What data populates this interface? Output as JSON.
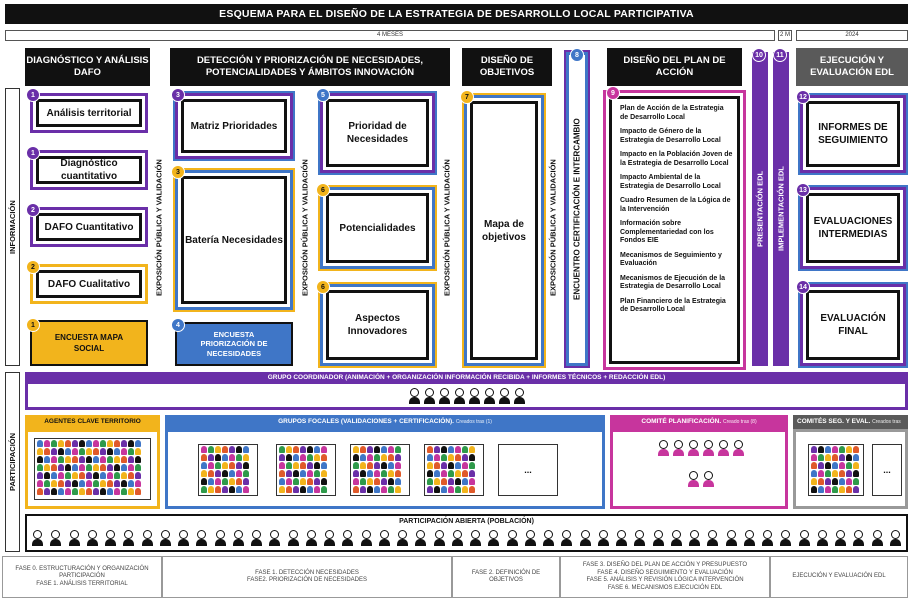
{
  "title": "ESQUEMA PARA EL DISEÑO DE LA ESTRATEGIA DE DESARROLLO LOCAL PARTICIPATIVA",
  "timeline": {
    "duration_1": "4 MESES",
    "duration_2": "2 M",
    "year": "2024"
  },
  "phases": {
    "diag": "DIAGNÓSTICO Y ANÁLISIS DAFO",
    "detect": "DETECCIÓN Y PRIORIZACIÓN DE NECESIDADES, POTENCIALIDADES Y ÁMBITOS INNOVACIÓN",
    "objetivos": "DISEÑO DE OBJETIVOS",
    "plan": "DISEÑO DEL PLAN DE ACCIÓN",
    "ejec": "EJECUCIÓN Y EVALUACIÓN EDL"
  },
  "side_labels": {
    "info": "INFORMACIÓN",
    "part": "PARTICIPACIÓN"
  },
  "vertical_labels": {
    "expo": "EXPOSICIÓN PÚBLICA Y VALIDACIÓN",
    "encuentro": "ENCUENTRO CERTIFICACIÓN E INTERCAMBIO",
    "presentacion": "PRESENTACIÓN EDL",
    "implementacion": "IMPLEMENTACIÓN EDL"
  },
  "boxes": {
    "analisis": "Análisis territorial",
    "diag_cuant": "Diagnóstico cuantitativo",
    "dafo_cuant": "DAFO Cuantitativo",
    "dafo_cual": "DAFO Cualitativo",
    "encuesta_mapa": "ENCUESTA MAPA SOCIAL",
    "matriz": "Matriz Prioridades",
    "bateria": "Batería Necesidades",
    "encuesta_prior": "ENCUESTA PRIORIZACIÓN DE NECESIDADES",
    "prioridad": "Prioridad de Necesidades",
    "potencialidades": "Potencialidades",
    "aspectos": "Aspectos Innovadores",
    "mapa_obj": "Mapa de objetivos",
    "informes": "INFORMES DE SEGUIMIENTO",
    "evaluaciones": "EVALUACIONES INTERMEDIAS",
    "eval_final": "EVALUACIÓN FINAL"
  },
  "numbers": {
    "n1": "1",
    "n2": "2",
    "n3": "3",
    "n4": "4",
    "n5": "5",
    "n6": "6",
    "n7": "7",
    "n8": "8",
    "n9": "9",
    "n10": "10",
    "n11": "11",
    "n12": "12",
    "n13": "13",
    "n14": "14"
  },
  "plan_items": [
    "Plan de Acción de la Estrategia de Desarrollo Local",
    "Impacto de Género de la Estrategia de Desarrollo Local",
    "Impacto en la Población Joven de la Estrategia de Desarrollo Local",
    "Impacto Ambiental de la Estrategia de Desarrollo Local",
    "Cuadro Resumen de la Lógica de la Intervención",
    "Información sobre Complementariedad con los Fondos EIE",
    "Mecanismos de Seguimiento y Evaluación",
    "Mecanismos de Ejecución de la Estrategia de Desarrollo Local",
    "Plan Financiero de la Estrategia de Desarrollo Local"
  ],
  "groups": {
    "coordinador": "GRUPO COORDINADOR (ANIMACIÓN + ORGANIZACIÓN INFORMACIÓN RECIBIDA + INFORMES TÉCNICOS + REDACCIÓN EDL)",
    "agentes": "AGENTES CLAVE TERRITORIO",
    "focales": "GRUPOS FOCALES (VALIDACIONES + CERTIFICACIÓN).",
    "focales_note": "Creados tras (1)",
    "comite_plan": "COMITÉ PLANIFICACIÓN.",
    "comite_plan_note": "Creado tras (8)",
    "comites_seg": "COMITÉS SEG. Y EVAL.",
    "comites_seg_note": "Creados tras",
    "abierta": "PARTICIPACIÓN ABIERTA (POBLACIÓN)",
    "ellipsis": "..."
  },
  "footer": {
    "f0": "FASE 0. ESTRUCTURACIÓN Y ORGANIZACIÓN PARTICIPACIÓN",
    "f0b": "FASE 1. ANÁLISIS TERRITORIAL",
    "f1": "FASE 1. DETECCIÓN NECESIDADES",
    "f1b": "FASE2. PRIORIZACIÓN DE NECESIDADES",
    "f2": "FASE 2. DEFINICIÓN DE OBJETIVOS",
    "f3": "FASE 3. DISEÑO DEL PLAN DE ACCIÓN Y PRESUPUESTO",
    "f4": "FASE 4. DISEÑO SEGUIMIENTO Y EVALUACIÓN",
    "f5": "FASE 5. ANÁLISIS Y REVISIÓN LÓGICA INTERVENCIÓN",
    "f6": "FASE 6. MECANISMOS EJECUCIÓN EDL",
    "f7": "EJECUCIÓN Y EVALUACIÓN EDL"
  },
  "colors": {
    "purple": "#6a2fa8",
    "yellow": "#f2b41c",
    "blue": "#3f76c7",
    "magenta": "#c7359d"
  }
}
